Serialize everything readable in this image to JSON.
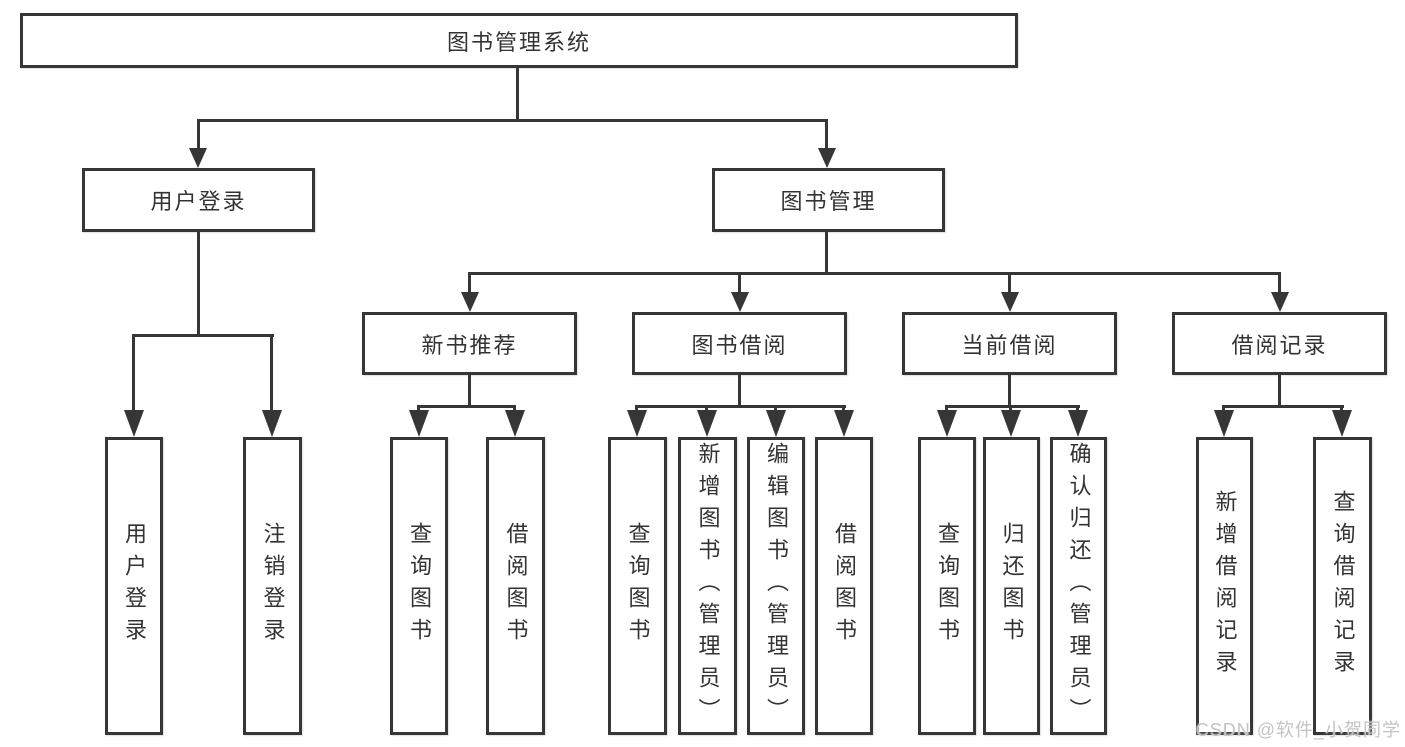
{
  "style": {
    "line_color": "#363636",
    "text_color": "#333333",
    "box_background": "#ffffff",
    "page_background": "#ffffff",
    "watermark_color": "#c4c4c4"
  },
  "diagram": {
    "root": {
      "label": "图书管理系统"
    },
    "level2": {
      "user_login": "用户登录",
      "book_management": "图书管理"
    },
    "level3": {
      "new_book_recommend": "新书推荐",
      "book_borrow": "图书借阅",
      "current_borrow": "当前借阅",
      "borrow_records": "借阅记录"
    },
    "leaves": {
      "user_login": [
        "用户登录",
        "注销登录"
      ],
      "new_book_recommend": [
        "查询图书",
        "借阅图书"
      ],
      "book_borrow": [
        "查询图书",
        "新增图书（管理员）",
        "编辑图书（管理员）",
        "借阅图书"
      ],
      "current_borrow": [
        "查询图书",
        "归还图书",
        "确认归还（管理员）"
      ],
      "borrow_records": [
        "新增借阅记录",
        "查询借阅记录"
      ]
    }
  },
  "watermark": {
    "text": "CSDN @软件_小贺同学"
  }
}
